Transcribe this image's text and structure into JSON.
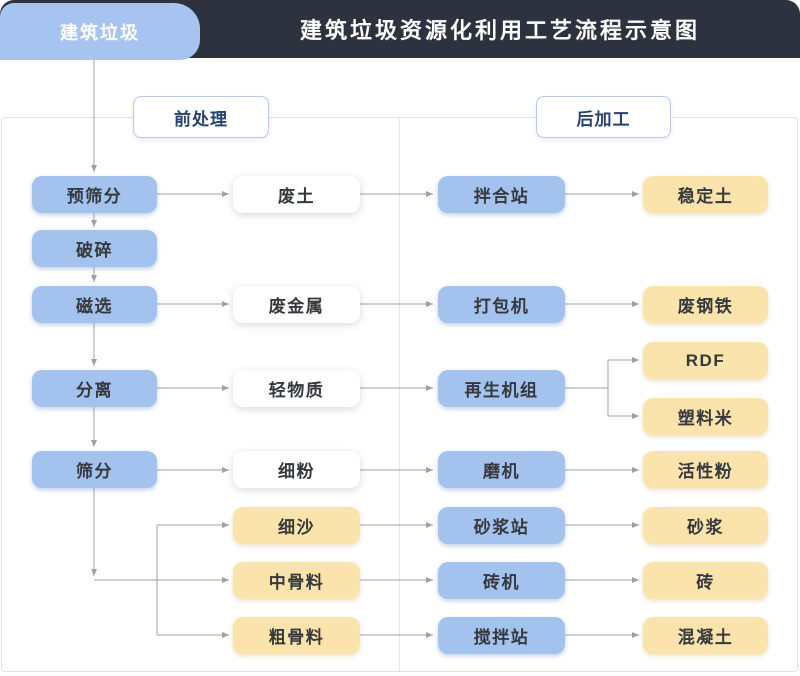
{
  "header": {
    "tag": "建筑垃圾",
    "title": "建筑垃圾资源化利用工艺流程示意图"
  },
  "sections": {
    "pre": "前处理",
    "post": "后加工"
  },
  "colors": {
    "header_bg": "#2d333e",
    "tab_blue": "#a6c4ef",
    "node_blue": "#a3c2ed",
    "node_yellow": "#fbe3ac",
    "node_white": "#ffffff",
    "pill_text": "#26426f",
    "pill_border": "#b9c8ec",
    "arrow_gray": "#9ca1a9",
    "frame_border": "#dfe2ee",
    "node_text": "#35383c"
  },
  "flow": {
    "nodes": [
      {
        "id": "pre-screening",
        "label": "预筛分",
        "col": "c1",
        "row": "r1",
        "kind": "blue"
      },
      {
        "id": "crushing",
        "label": "破碎",
        "col": "c1",
        "row": "po",
        "kind": "blue"
      },
      {
        "id": "magnetic-separation",
        "label": "磁选",
        "col": "c1",
        "row": "r2",
        "kind": "blue"
      },
      {
        "id": "separation",
        "label": "分离",
        "col": "c1",
        "row": "r3",
        "kind": "blue"
      },
      {
        "id": "screening",
        "label": "筛分",
        "col": "c1",
        "row": "r4",
        "kind": "blue"
      },
      {
        "id": "waste-soil",
        "label": "废土",
        "col": "c2",
        "row": "r1",
        "kind": "white"
      },
      {
        "id": "waste-metal",
        "label": "废金属",
        "col": "c2",
        "row": "r2",
        "kind": "white"
      },
      {
        "id": "light-material",
        "label": "轻物质",
        "col": "c2",
        "row": "r3",
        "kind": "white"
      },
      {
        "id": "fine-powder",
        "label": "细粉",
        "col": "c2",
        "row": "r4",
        "kind": "white"
      },
      {
        "id": "fine-sand",
        "label": "细沙",
        "col": "c2",
        "row": "r5",
        "kind": "yellow"
      },
      {
        "id": "medium-aggregate",
        "label": "中骨料",
        "col": "c2",
        "row": "r6",
        "kind": "yellow"
      },
      {
        "id": "coarse-aggregate",
        "label": "粗骨料",
        "col": "c2",
        "row": "r7",
        "kind": "yellow"
      },
      {
        "id": "mixing-plant",
        "label": "拌合站",
        "col": "c3",
        "row": "r1",
        "kind": "blue"
      },
      {
        "id": "baler",
        "label": "打包机",
        "col": "c3",
        "row": "r2",
        "kind": "blue"
      },
      {
        "id": "regeneration-unit",
        "label": "再生机组",
        "col": "c3",
        "row": "r3",
        "kind": "blue"
      },
      {
        "id": "mill",
        "label": "磨机",
        "col": "c3",
        "row": "r4",
        "kind": "blue"
      },
      {
        "id": "mortar-plant",
        "label": "砂浆站",
        "col": "c3",
        "row": "r5",
        "kind": "blue"
      },
      {
        "id": "brick-machine",
        "label": "砖机",
        "col": "c3",
        "row": "r6",
        "kind": "blue"
      },
      {
        "id": "agitating-plant",
        "label": "搅拌站",
        "col": "c3",
        "row": "r7",
        "kind": "blue"
      },
      {
        "id": "stabilized-soil",
        "label": "稳定土",
        "col": "c4",
        "row": "r1",
        "kind": "yellow"
      },
      {
        "id": "scrap-steel",
        "label": "废钢铁",
        "col": "c4",
        "row": "r2",
        "kind": "yellow"
      },
      {
        "id": "rdf",
        "label": "RDF",
        "col": "c4",
        "row": "rdf",
        "kind": "yellow"
      },
      {
        "id": "plastic-pellets",
        "label": "塑料米",
        "col": "c4",
        "row": "rpl",
        "kind": "yellow"
      },
      {
        "id": "active-powder",
        "label": "活性粉",
        "col": "c4",
        "row": "r4",
        "kind": "yellow"
      },
      {
        "id": "mortar",
        "label": "砂浆",
        "col": "c4",
        "row": "r5",
        "kind": "yellow"
      },
      {
        "id": "brick",
        "label": "砖",
        "col": "c4",
        "row": "r6",
        "kind": "yellow"
      },
      {
        "id": "concrete",
        "label": "混凝土",
        "col": "c4",
        "row": "r7",
        "kind": "yellow"
      }
    ],
    "edges": [
      {
        "from": "source-tag",
        "to": "pre-screening"
      },
      {
        "from": "pre-screening",
        "to": "crushing"
      },
      {
        "from": "crushing",
        "to": "magnetic-separation"
      },
      {
        "from": "magnetic-separation",
        "to": "separation"
      },
      {
        "from": "separation",
        "to": "screening"
      },
      {
        "from": "pre-screening",
        "to": "waste-soil"
      },
      {
        "from": "magnetic-separation",
        "to": "waste-metal"
      },
      {
        "from": "separation",
        "to": "light-material"
      },
      {
        "from": "screening",
        "to": "fine-powder"
      },
      {
        "from": "screening",
        "to": "fine-sand"
      },
      {
        "from": "screening",
        "to": "medium-aggregate"
      },
      {
        "from": "screening",
        "to": "coarse-aggregate"
      },
      {
        "from": "waste-soil",
        "to": "mixing-plant"
      },
      {
        "from": "waste-metal",
        "to": "baler"
      },
      {
        "from": "light-material",
        "to": "regeneration-unit"
      },
      {
        "from": "fine-powder",
        "to": "mill"
      },
      {
        "from": "fine-sand",
        "to": "mortar-plant"
      },
      {
        "from": "medium-aggregate",
        "to": "brick-machine"
      },
      {
        "from": "coarse-aggregate",
        "to": "agitating-plant"
      },
      {
        "from": "mixing-plant",
        "to": "stabilized-soil"
      },
      {
        "from": "baler",
        "to": "scrap-steel"
      },
      {
        "from": "regeneration-unit",
        "to": "rdf"
      },
      {
        "from": "regeneration-unit",
        "to": "plastic-pellets"
      },
      {
        "from": "mill",
        "to": "active-powder"
      },
      {
        "from": "mortar-plant",
        "to": "mortar"
      },
      {
        "from": "brick-machine",
        "to": "brick"
      },
      {
        "from": "agitating-plant",
        "to": "concrete"
      }
    ]
  }
}
